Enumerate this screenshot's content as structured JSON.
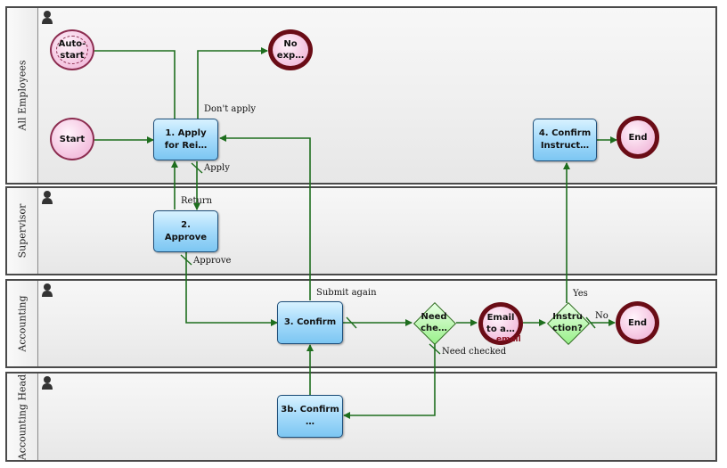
{
  "lanes": [
    {
      "name": "All Employees"
    },
    {
      "name": "Supervisor"
    },
    {
      "name": "Accounting"
    },
    {
      "name": "Accounting Head"
    }
  ],
  "nodes": {
    "autostart": "Auto-start",
    "no_exp": "No exp…",
    "start": "Start",
    "apply": "1. Apply for Rei…",
    "confirm_instruct": "4. Confirm Instruct…",
    "end_top": "End",
    "approve": "2. Approve",
    "confirm": "3. Confirm",
    "need_check": "Need che…",
    "email": "Email to a…",
    "email_sub": "email",
    "instruction": "Instru ction?",
    "end_acc": "End",
    "confirm_head": "3b. Confirm …"
  },
  "edge_labels": {
    "dont_apply": "Don't apply",
    "apply": "Apply",
    "return": "Return",
    "approve": "Approve",
    "submit_again": "Submit again",
    "need_checked": "Need checked",
    "yes": "Yes",
    "no": "No"
  },
  "colors": {
    "edge": "#1e6e1e",
    "lane_border": "#4a4a4a"
  }
}
